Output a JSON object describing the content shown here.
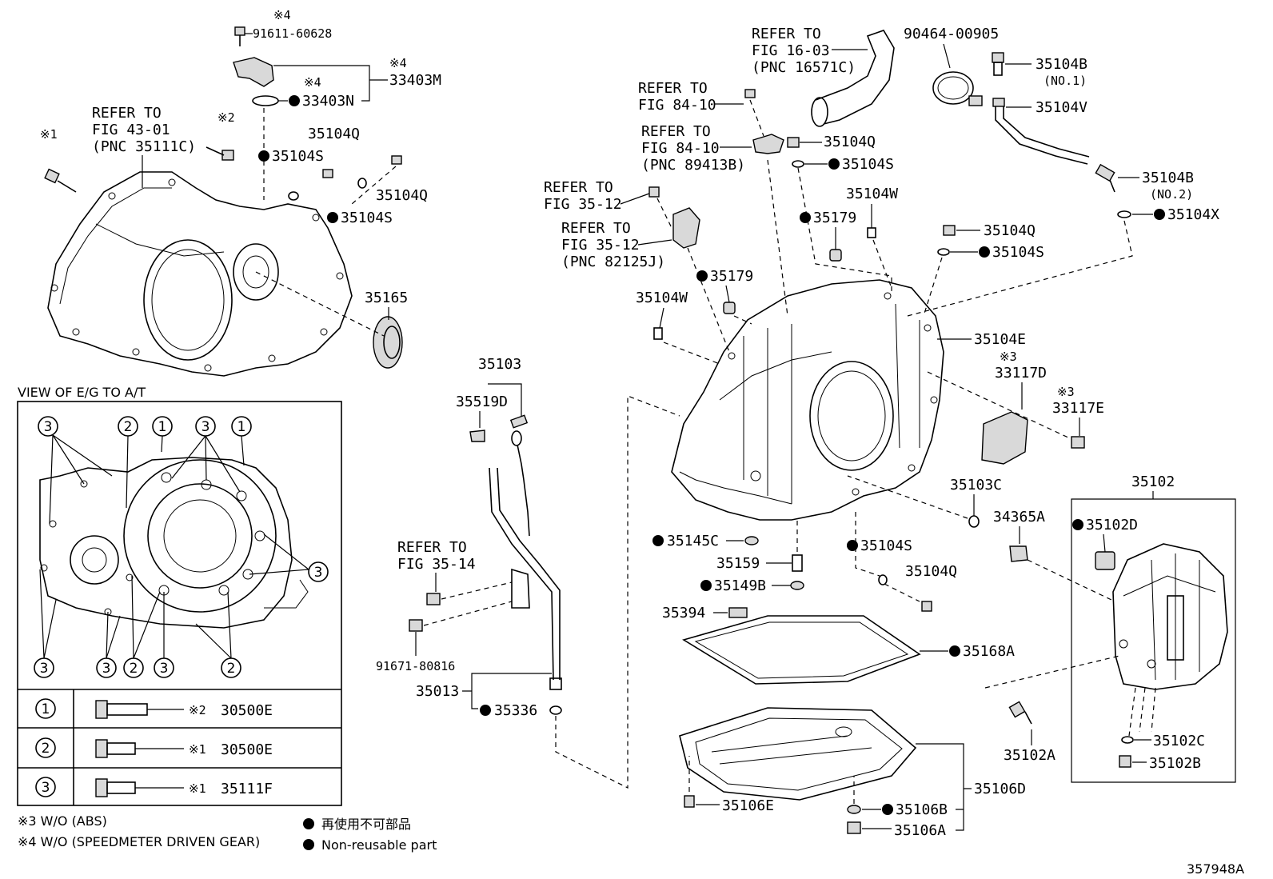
{
  "diagram_id": "357948A",
  "view_title": "VIEW OF E/G TO A/T",
  "notes": {
    "note3": "※3 W/O (ABS)",
    "note4": "※4 W/O (SPEEDMETER DRIVEN GEAR)",
    "legend_jp": "再使用不可部品",
    "legend_en": "Non-reusable part"
  },
  "marks": {
    "m1": "※1",
    "m2": "※2",
    "m3": "※3",
    "m4": "※4"
  },
  "refs": {
    "r43": [
      "REFER TO",
      "FIG 43-01",
      "(PNC 35111C)"
    ],
    "r16": [
      "REFER TO",
      "FIG 16-03",
      "(PNC 16571C)"
    ],
    "r84a": [
      "REFER TO",
      "FIG 84-10"
    ],
    "r84b": [
      "REFER TO",
      "FIG 84-10",
      "(PNC 89413B)"
    ],
    "r35a": [
      "REFER TO",
      "FIG 35-12"
    ],
    "r35b": [
      "REFER TO",
      "FIG 35-12",
      "(PNC 82125J)"
    ],
    "r3514": [
      "REFER TO",
      "FIG 35-14"
    ]
  },
  "parts": {
    "p91611": "91611-60628",
    "p33403M": "33403M",
    "p33403N": "33403N",
    "p35104Q": "35104Q",
    "p35104S": "35104S",
    "p35165": "35165",
    "p90464": "90464-00905",
    "p35104B": "35104B",
    "no1": "(NO.1)",
    "no2": "(NO.2)",
    "p35104V": "35104V",
    "p35104X": "35104X",
    "p35104W": "35104W",
    "p35179": "35179",
    "p35104E": "35104E",
    "p33117D": "33117D",
    "p33117E": "33117E",
    "p35103": "35103",
    "p35519D": "35519D",
    "p35103C": "35103C",
    "p34365A": "34365A",
    "p35102": "35102",
    "p35102D": "35102D",
    "p35145C": "35145C",
    "p35159": "35159",
    "p35149B": "35149B",
    "p35394": "35394",
    "p35168A": "35168A",
    "p91671": "91671-80816",
    "p35013": "35013",
    "p35336": "35336",
    "p35102C": "35102C",
    "p35102B": "35102B",
    "p35102A": "35102A",
    "p35106D": "35106D",
    "p35106E": "35106E",
    "p35106B": "35106B",
    "p35106A": "35106A"
  },
  "bolt_table": [
    {
      "num": "1",
      "mark": "※2",
      "part": "30500E"
    },
    {
      "num": "2",
      "mark": "※1",
      "part": "30500E"
    },
    {
      "num": "3",
      "mark": "※1",
      "part": "35111F"
    }
  ]
}
